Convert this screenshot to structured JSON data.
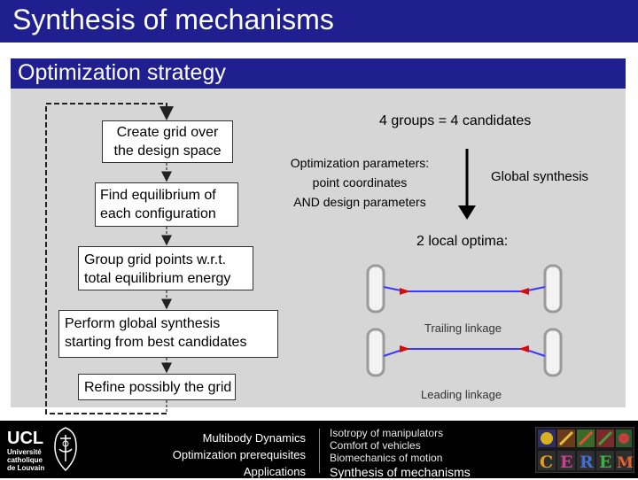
{
  "title": "Synthesis of mechanisms",
  "subtitle": "Optimization strategy",
  "flowchart": {
    "step1": [
      "Create grid over",
      "the design space"
    ],
    "step2": [
      "Find equilibrium of",
      "each configuration"
    ],
    "step3": [
      "Group grid points w.r.t.",
      "total equilibrium energy"
    ],
    "step4": [
      "Perform global synthesis",
      "starting from best candidates"
    ],
    "step5": "Refine possibly the grid"
  },
  "right": {
    "groups": "4 groups = 4 candidates",
    "params": [
      "Optimization parameters:",
      "point coordinates",
      "AND design parameters"
    ],
    "global_synthesis": "Global synthesis",
    "local_optima": "2 local optima:",
    "trailing": "Trailing linkage",
    "leading": "Leading linkage"
  },
  "footer": {
    "course": [
      "Multibody Dynamics",
      "Optimization prerequisites",
      "Applications"
    ],
    "topics": [
      "Isotropy of manipulators",
      "Comfort of vehicles",
      "Biomechanics of motion"
    ],
    "current_topic": "Synthesis of mechanisms",
    "ucl": "UCL",
    "university": [
      "Université",
      "catholique",
      "de Louvain"
    ],
    "cerem": [
      "C",
      "E",
      "R",
      "E",
      "M"
    ]
  },
  "colors": {
    "header": "#1f1f8f",
    "panel": "#d6d6d6",
    "footer": "#000000",
    "linkage_bar": "#3a3aff",
    "joint": "#cc1010"
  }
}
